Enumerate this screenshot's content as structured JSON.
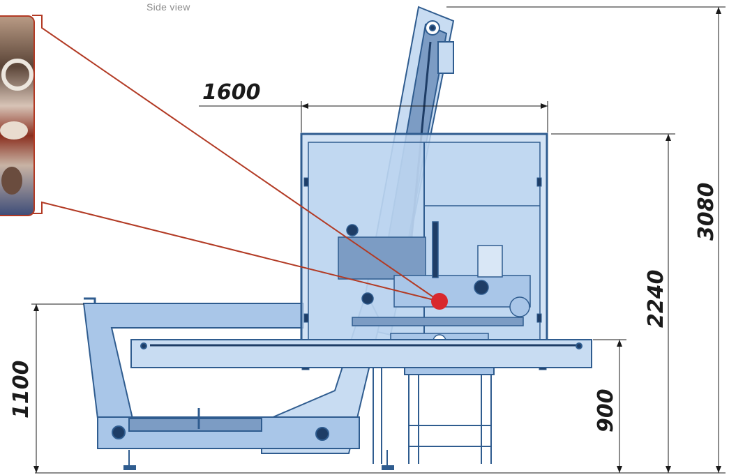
{
  "caption": "Side view",
  "dimensions": {
    "width_top": "1600",
    "total_height": "3080",
    "cabinet_height": "2240",
    "hopper_height": "1100",
    "conveyor_height": "900"
  },
  "colors": {
    "outline": "#2f5c8f",
    "fill_light": "#c8dcf2",
    "fill_mid": "#a9c6e8",
    "fill_dark": "#7c9cc4",
    "callout": "#b23a24",
    "dot": "#d8282d",
    "dim_line": "#1a1a1a"
  }
}
